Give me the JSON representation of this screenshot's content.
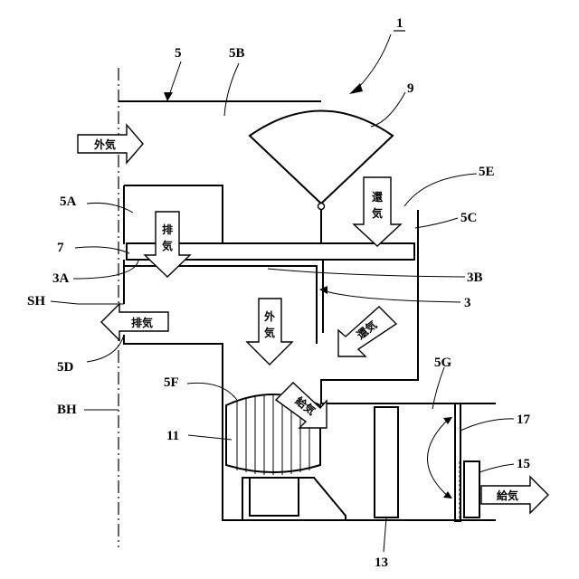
{
  "labels": {
    "n1": "1",
    "n5": "5",
    "n5B": "5B",
    "n9": "9",
    "n5E": "5E",
    "n5A": "5A",
    "n5C": "5C",
    "n7": "7",
    "n3A": "3A",
    "n3B": "3B",
    "n3": "3",
    "nSH": "SH",
    "n5D": "5D",
    "n5F": "5F",
    "nBH": "BH",
    "n5G": "5G",
    "n17": "17",
    "n11": "11",
    "n15": "15",
    "n13": "13"
  },
  "arrows": {
    "outside_air_in": "外気",
    "return_air": [
      "還",
      "気"
    ],
    "exhaust_down": [
      "排",
      "気"
    ],
    "exhaust_out": "排気",
    "outside_air_down": [
      "外",
      "気"
    ],
    "return_air_diag": "還気",
    "supply_air_diag": "給気",
    "supply_air_out": "給気"
  },
  "colors": {
    "line": "#000000",
    "background": "#ffffff"
  }
}
